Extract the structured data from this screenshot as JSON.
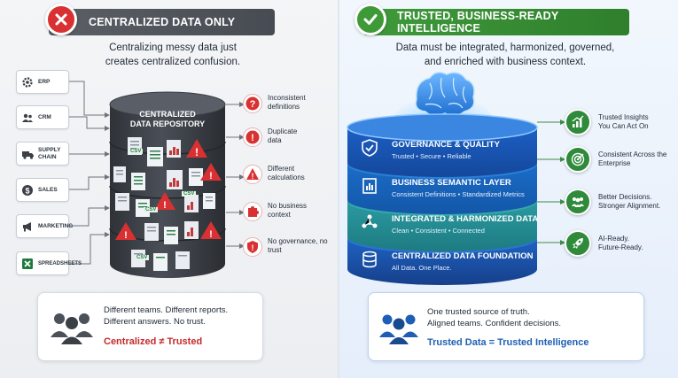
{
  "left": {
    "banner": "CENTRALIZED DATA ONLY",
    "subtitle_line1": "Centralizing messy data just",
    "subtitle_line2": "creates centralized confusion.",
    "cylinder_label_line1": "CENTRALIZED",
    "cylinder_label_line2": "DATA REPOSITORY",
    "file_tag": "CSV",
    "sources": [
      {
        "label": "ERP",
        "icon": "gear-icon"
      },
      {
        "label": "CRM",
        "icon": "people-icon"
      },
      {
        "label": "SUPPLY CHAIN",
        "icon": "truck-icon"
      },
      {
        "label": "SALES",
        "icon": "dollar-icon"
      },
      {
        "label": "MARKETING",
        "icon": "megaphone-icon"
      },
      {
        "label": "SPREADSHEETS",
        "icon": "excel-icon"
      }
    ],
    "issues": [
      {
        "label": "Inconsistent definitions",
        "icon": "question-icon"
      },
      {
        "label": "Duplicate data",
        "icon": "exclamation-icon"
      },
      {
        "label": "Different calculations",
        "icon": "warning-icon"
      },
      {
        "label": "No business context",
        "icon": "puzzle-icon"
      },
      {
        "label": "No governance, no trust",
        "icon": "shield-warning-icon"
      }
    ],
    "bottom_line1": "Different teams. Different reports.",
    "bottom_line2": "Different answers. No trust.",
    "bottom_tag": "Centralized ≠ Trusted"
  },
  "right": {
    "banner": "TRUSTED, BUSINESS-READY INTELLIGENCE",
    "subtitle_line1": "Data must be integrated, harmonized, governed,",
    "subtitle_line2": "and enriched with business context.",
    "layers": [
      {
        "title": "GOVERNANCE & QUALITY",
        "sub": "Trusted • Secure • Reliable",
        "icon": "shield-check-icon"
      },
      {
        "title": "BUSINESS SEMANTIC LAYER",
        "sub": "Consistent Definitions • Standardized Metrics",
        "icon": "document-chart-icon"
      },
      {
        "title": "INTEGRATED & HARMONIZED DATA",
        "sub": "Clean • Consistent • Connected",
        "icon": "network-icon"
      },
      {
        "title": "CENTRALIZED DATA FOUNDATION",
        "sub": "All Data. One Place.",
        "icon": "database-icon"
      }
    ],
    "outcomes": [
      {
        "label": "Trusted Insights You Can Act On",
        "icon": "chart-up-icon"
      },
      {
        "label": "Consistent Across the Enterprise",
        "icon": "target-icon"
      },
      {
        "label": "Better Decisions. Stronger Alignment.",
        "icon": "team-icon"
      },
      {
        "label": "AI-Ready. Future-Ready.",
        "icon": "rocket-icon"
      }
    ],
    "bottom_line1": "One trusted source of truth.",
    "bottom_line2": "Aligned teams. Confident decisions.",
    "bottom_tag": "Trusted Data = Trusted Intelligence"
  },
  "colors": {
    "red": "#d93131",
    "green": "#3d9a37",
    "blue": "#1e5fb5",
    "dark_cylinder": "#3b3f46",
    "teal": "#2a8f93"
  }
}
